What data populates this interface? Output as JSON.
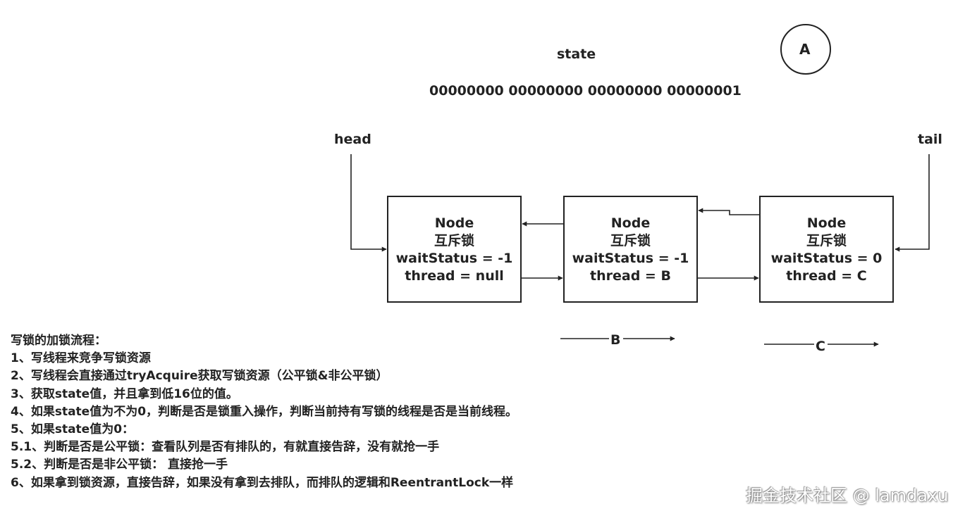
{
  "colors": {
    "stroke": "#222222",
    "text": "#222222",
    "background": "#ffffff"
  },
  "state": {
    "label": "state",
    "bits": "00000000 00000000 00000000 00000001"
  },
  "circle_label": "A",
  "pointers": {
    "head": "head",
    "tail": "tail"
  },
  "nodes": [
    {
      "title": "Node",
      "lock": "互斥锁",
      "wait_status": "waitStatus = -1",
      "thread": "thread = null"
    },
    {
      "title": "Node",
      "lock": "互斥锁",
      "wait_status": "waitStatus = -1",
      "thread": "thread = B"
    },
    {
      "title": "Node",
      "lock": "互斥锁",
      "wait_status": "waitStatus = 0",
      "thread": "thread = C"
    }
  ],
  "markers": {
    "b": "B",
    "c": "C"
  },
  "steps": [
    "写锁的加锁流程：",
    "1、写线程来竞争写锁资源",
    "2、写线程会直接通过tryAcquire获取写锁资源（公平锁&非公平锁）",
    "3、获取state值，并且拿到低16位的值。",
    "4、如果state值为不为0，判断是否是锁重入操作，判断当前持有写锁的线程是否是当前线程。",
    "5、如果state值为0：",
    "5.1、判断是否是公平锁：查看队列是否有排队的，有就直接告辞，没有就抢一手",
    "5.2、判断是否是非公平锁： 直接抢一手",
    "6、如果拿到锁资源，直接告辞，如果没有拿到去排队，而排队的逻辑和ReentrantLock一样"
  ],
  "watermark": "掘金技术社区 @ lamdaxu"
}
